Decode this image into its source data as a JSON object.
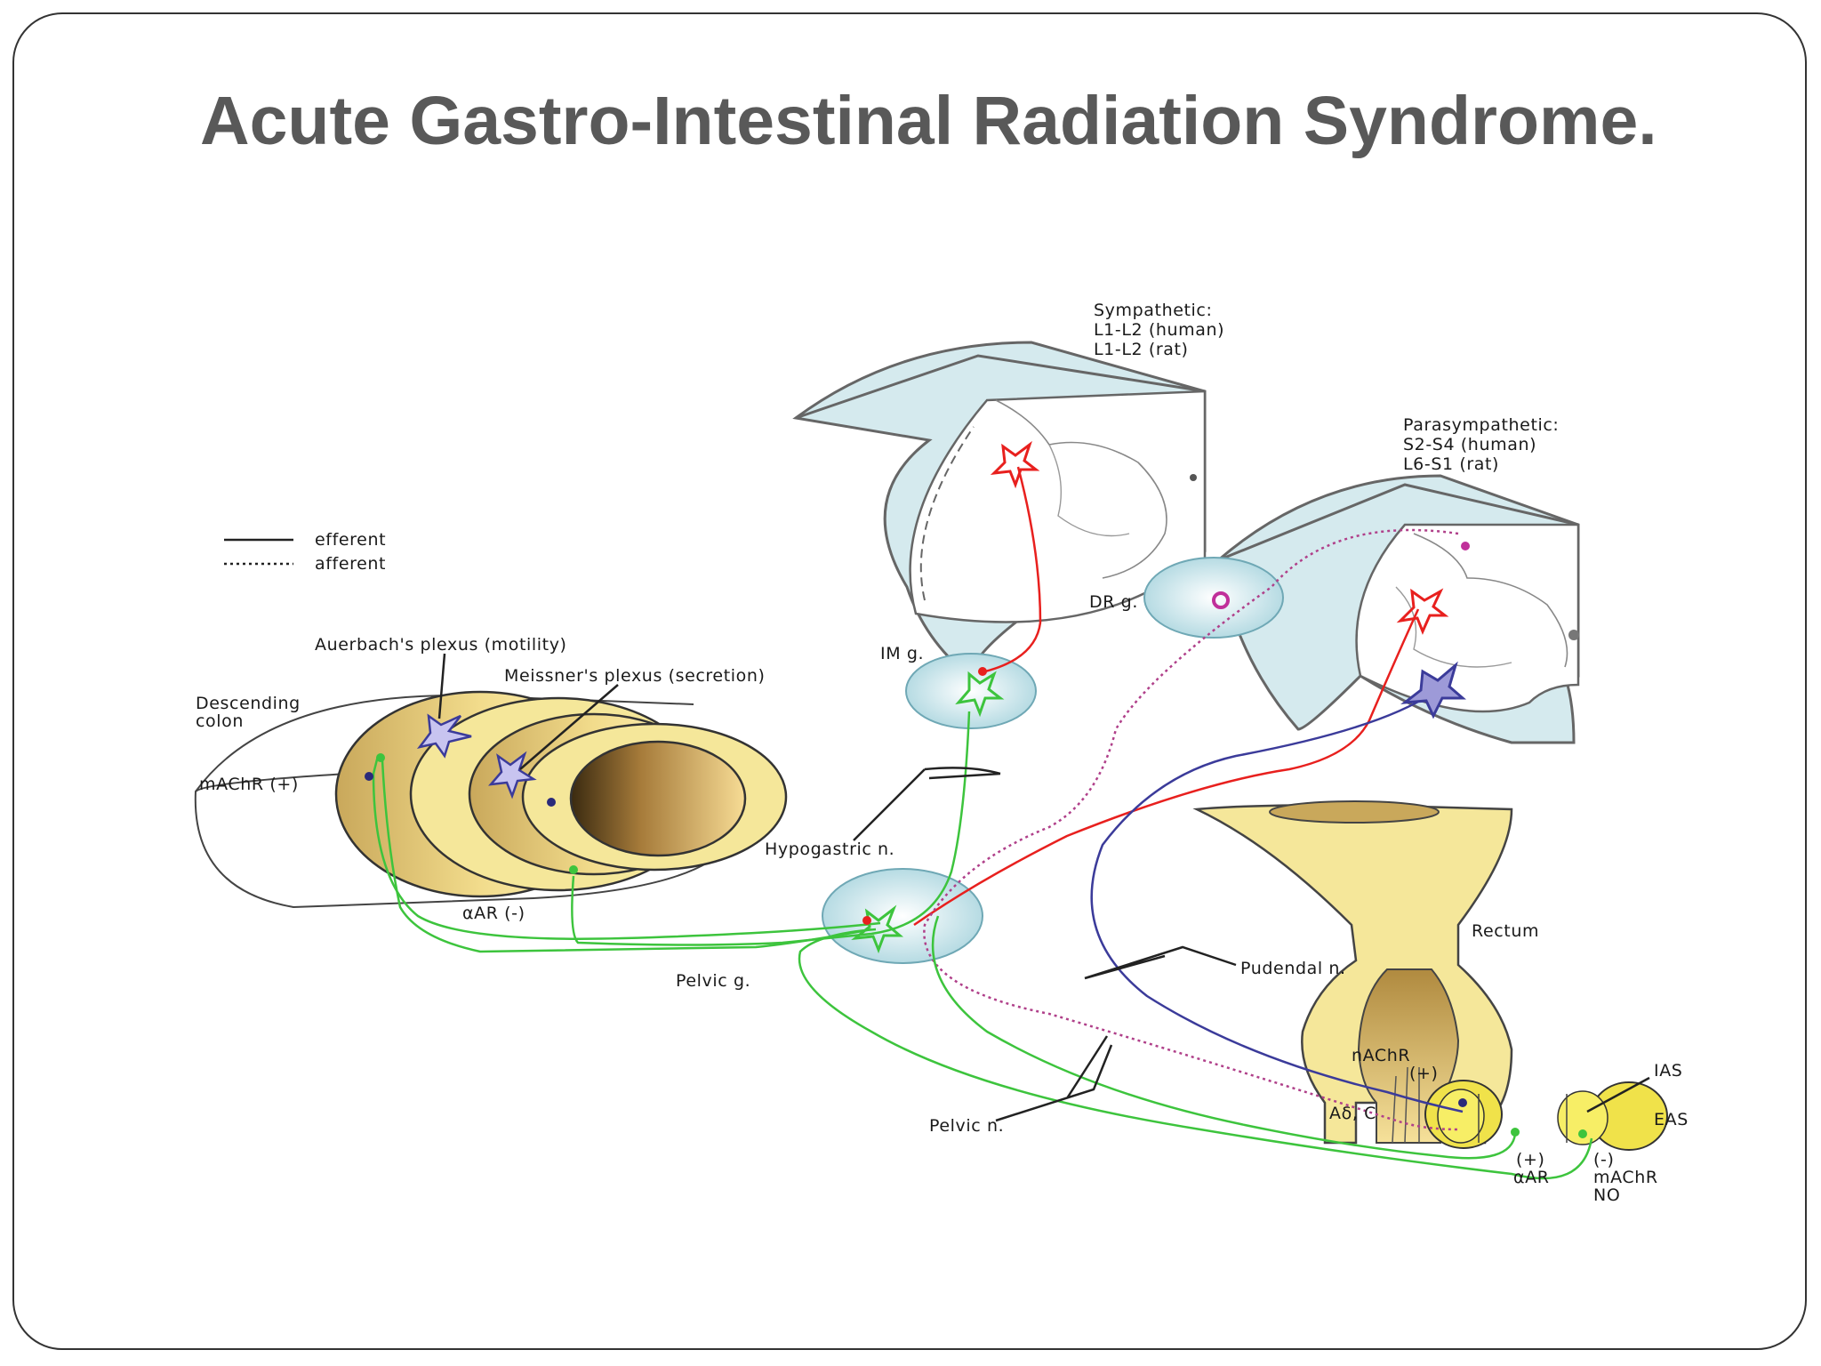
{
  "title": "Acute Gastro-Intestinal Radiation Syndrome.",
  "legend": {
    "efferent": "efferent",
    "afferent": "afferent"
  },
  "labels": {
    "sympathetic_1": "Sympathetic:",
    "sympathetic_2": "L1-L2 (human)",
    "sympathetic_3": "L1-L2 (rat)",
    "parasympathetic_1": "Parasympathetic:",
    "parasympathetic_2": "S2-S4 (human)",
    "parasympathetic_3": "L6-S1 (rat)",
    "dr_g": "DR g.",
    "im_g": "IM g.",
    "auerbach": "Auerbach's plexus (motility)",
    "meissner": "Meissner's plexus (secretion)",
    "descending_1": "Descending",
    "descending_2": "colon",
    "machr_plus": "mAChR (+)",
    "hypogastric": "Hypogastric n.",
    "aar_minus": "αAR (-)",
    "pelvic_g": "Pelvic g.",
    "rectum": "Rectum",
    "pudendal": "Pudendal n.",
    "nachr": "nAChR",
    "nachr_plus": "(+)",
    "ias": "IAS",
    "eas": "EAS",
    "a_delta_c": "Aδ, C",
    "pelvic_n": "Pelvic n.",
    "plus": "(+)",
    "aar": "αAR",
    "minus": "(-)",
    "machr": "mAChR",
    "no": "NO"
  },
  "colors": {
    "title": "#595959",
    "efferent_red": "#e8201e",
    "parasympathetic_green": "#3dc43d",
    "somatic_blue": "#3b3b9a",
    "afferent_purple": "#b0408a",
    "spinal_cord_fill": "#d5eaee",
    "gut_yellow": "#f5e79a"
  }
}
